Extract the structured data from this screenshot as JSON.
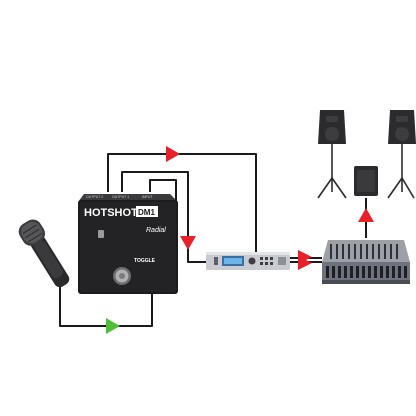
{
  "pedal": {
    "brand": "HOTSHOT",
    "model": "DM1",
    "maker": "Radial",
    "toggle_label": "TOGGLE",
    "jack_labels": [
      "OUTPUT 2",
      "OUTPUT 1",
      "INPUT"
    ]
  },
  "colors": {
    "cable": "#1a1a1a",
    "arrow_red": "#e8202a",
    "arrow_green": "#4fbf3a",
    "pedal_body": "#1c1c1e",
    "speaker": "#2b2b2d",
    "mixer": "#7d8088",
    "processor": "#c9cbd0"
  },
  "icons": {
    "microphone": "microphone-icon",
    "footswitch": "footswitch-icon",
    "speaker_left": "pa-speaker-icon",
    "speaker_right": "pa-speaker-icon",
    "monitor": "stage-monitor-icon",
    "mixer": "mixing-console-icon",
    "processor": "rack-effects-processor-icon"
  }
}
